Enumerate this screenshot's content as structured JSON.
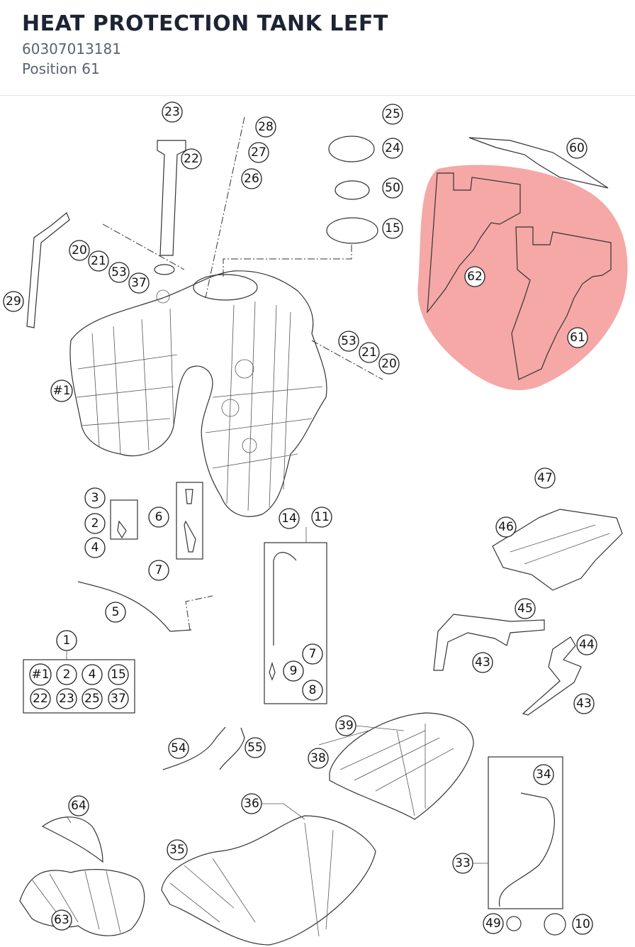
{
  "header": {
    "title": "HEAT PROTECTION TANK LEFT",
    "part_number": "60307013181",
    "position": "Position 61"
  },
  "highlight": {
    "color": "#f07a76",
    "parts": [
      "62",
      "61"
    ]
  },
  "callouts": {
    "c23a": "23",
    "c22a": "22",
    "c28": "28",
    "c27": "27",
    "c26": "26",
    "c25a": "25",
    "c24": "24",
    "c50": "50",
    "c15a": "15",
    "c60": "60",
    "c62": "62",
    "c61": "61",
    "c29": "29",
    "c20a": "20",
    "c21a": "21",
    "c53a": "53",
    "c37a": "37",
    "c53b": "53",
    "c21b": "21",
    "c20b": "20",
    "c1tank": "#1",
    "c3": "3",
    "c2": "2",
    "c4": "4",
    "c6": "6",
    "c7a": "7",
    "c5": "5",
    "c14": "14",
    "c11": "11",
    "c7b": "7",
    "c9": "9",
    "c8": "8",
    "c1": "1",
    "k1": "#1",
    "k2": "2",
    "k3": "4",
    "k4": "15",
    "k5": "22",
    "k6": "23",
    "k7": "25",
    "k8": "37",
    "c47": "47",
    "c46": "46",
    "c45": "45",
    "c44": "44",
    "c43a": "43",
    "c43b": "43",
    "c39": "39",
    "c38": "38",
    "c54": "54",
    "c55": "55",
    "c34": "34",
    "c33": "33",
    "c64": "64",
    "c36": "36",
    "c35": "35",
    "c63": "63",
    "c49": "49",
    "c10": "10"
  }
}
